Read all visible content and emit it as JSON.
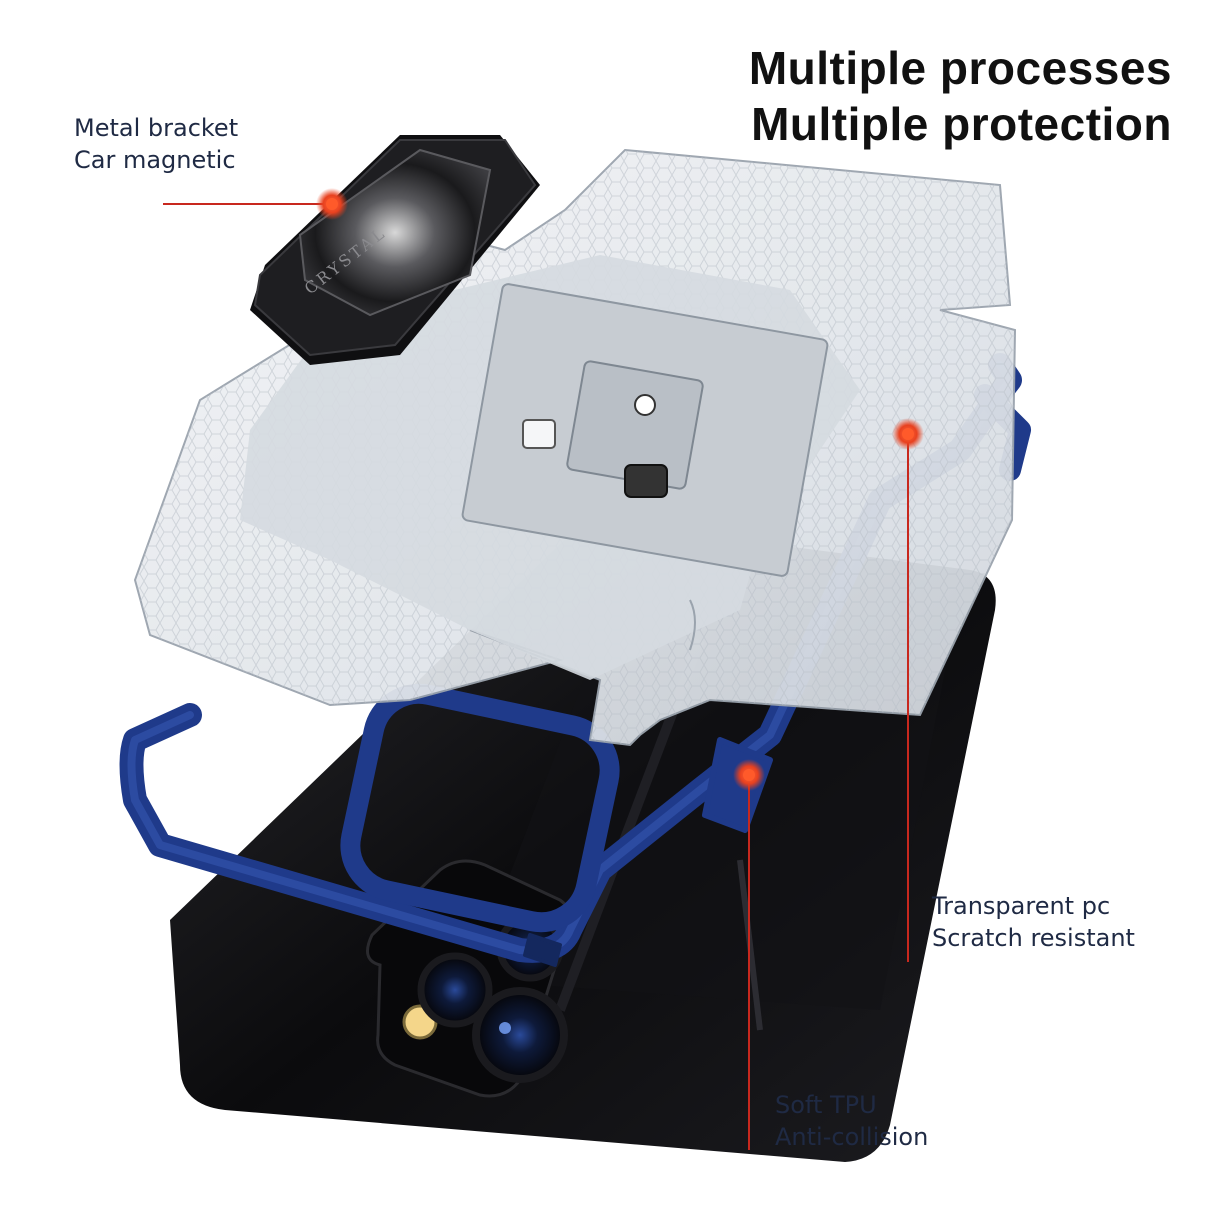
{
  "headline": {
    "line1": "Multiple processes",
    "line2": "Multiple protection"
  },
  "callouts": [
    {
      "line1": "Metal bracket",
      "line2": "Car magnetic"
    },
    {
      "line1": "Transparent pc",
      "line2": "Scratch resistant"
    },
    {
      "line1": "Soft TPU",
      "line2": "Anti-collision"
    }
  ],
  "bracket_engraving": "CRYSTAL",
  "colors": {
    "callout_line": "#c8281e",
    "callout_dot": "#e8411f",
    "tpu_frame": "#1f3a8a",
    "phone_body": "#0b0b0d",
    "clear_shell": "#e9ecef",
    "bracket": "#1a1a1c"
  }
}
